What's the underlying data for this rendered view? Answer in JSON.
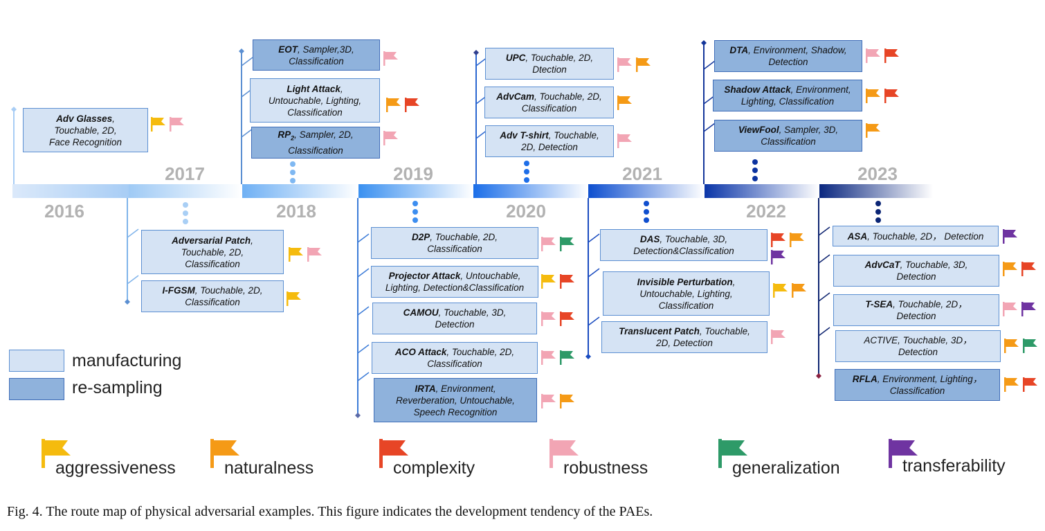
{
  "colors": {
    "aggressiveness": "#f5bb0e",
    "naturalness": "#f59a16",
    "complexity": "#e74526",
    "robustness": "#f2a5b4",
    "generalization": "#2e9a68",
    "transferability": "#6f34a1"
  },
  "years": [
    "2016",
    "2017",
    "2018",
    "2019",
    "2020",
    "2021",
    "2022",
    "2023"
  ],
  "legend": {
    "manufacturing": "manufacturing",
    "resampling": "re-sampling"
  },
  "flag_legend": [
    {
      "key": "aggressiveness",
      "label": "aggressiveness"
    },
    {
      "key": "naturalness",
      "label": "naturalness"
    },
    {
      "key": "complexity",
      "label": "complexity"
    },
    {
      "key": "robustness",
      "label": "robustness"
    },
    {
      "key": "generalization",
      "label": "generalization"
    },
    {
      "key": "transferability",
      "label": "transferability"
    }
  ],
  "caption": "Fig. 4.  The route map of physical adversarial examples. This figure indicates the development tendency of the PAEs.",
  "cards": [
    {
      "id": "adv-glasses",
      "kind": "m",
      "bold": "Adv Glasses",
      "lines": [
        "Adv Glasses, ",
        "Touchable, 2D,",
        "Face Recognition"
      ],
      "flags": [
        "aggressiveness",
        "robustness"
      ]
    },
    {
      "id": "adversarial-patch",
      "kind": "m",
      "lines": [
        "Adversarial Patch,",
        "Touchable, 2D,",
        "Classification"
      ],
      "flags": [
        "aggressiveness",
        "robustness"
      ]
    },
    {
      "id": "i-fgsm",
      "kind": "m",
      "lines": [
        "I-FGSM, Touchable, 2D,",
        "Classification"
      ],
      "flags": [
        "aggressiveness"
      ]
    },
    {
      "id": "eot",
      "kind": "r",
      "lines": [
        "EOT, Sampler,3D,",
        "Classification"
      ],
      "flags": [
        "robustness"
      ]
    },
    {
      "id": "light-attack",
      "kind": "m",
      "lines": [
        "Light Attack,",
        "Untouchable, Lighting,",
        "Classification"
      ],
      "flags": [
        "naturalness",
        "complexity"
      ]
    },
    {
      "id": "rp2",
      "kind": "r",
      "lines": [
        "RP2, Sampler, 2D,",
        "Classification"
      ],
      "flags": [
        "robustness"
      ]
    },
    {
      "id": "d2p",
      "kind": "m",
      "lines": [
        "D2P, Touchable, 2D,",
        "Classification"
      ],
      "flags": [
        "robustness",
        "generalization"
      ]
    },
    {
      "id": "projector-attack",
      "kind": "m",
      "lines": [
        "Projector Attack, Untouchable,",
        "Lighting, Detection&Classification"
      ],
      "flags": [
        "aggressiveness",
        "complexity"
      ]
    },
    {
      "id": "camou",
      "kind": "m",
      "lines": [
        "CAMOU, Touchable, 3D,",
        "Detection"
      ],
      "flags": [
        "robustness",
        "complexity"
      ]
    },
    {
      "id": "aco-attack",
      "kind": "m",
      "lines": [
        "ACO Attack, Touchable, 2D,",
        "Classification"
      ],
      "flags": [
        "robustness",
        "generalization"
      ]
    },
    {
      "id": "irta",
      "kind": "r",
      "lines": [
        "IRTA, Environment,",
        "Reverberation, Untouchable,",
        "Speech  Recognition"
      ],
      "flags": [
        "robustness",
        "naturalness"
      ]
    },
    {
      "id": "upc",
      "kind": "m",
      "lines": [
        "UPC, Touchable, 2D,",
        "Dtection"
      ],
      "flags": [
        "robustness",
        "naturalness"
      ]
    },
    {
      "id": "advcam",
      "kind": "m",
      "lines": [
        "AdvCam, Touchable, 2D,",
        "Classification"
      ],
      "flags": [
        "naturalness"
      ]
    },
    {
      "id": "adv-tshirt",
      "kind": "m",
      "lines": [
        "Adv T-shirt, Touchable,",
        "2D, Detection"
      ],
      "flags": [
        "robustness"
      ]
    },
    {
      "id": "das",
      "kind": "m",
      "lines": [
        "DAS, Touchable, 3D,",
        "Detection&Classification"
      ],
      "flags": [
        "complexity",
        "naturalness",
        "transferability"
      ]
    },
    {
      "id": "invisible-perturbation",
      "kind": "m",
      "lines": [
        "Invisible Perturbation,",
        "Untouchable, Lighting,",
        "Classification"
      ],
      "flags": [
        "aggressiveness",
        "naturalness"
      ]
    },
    {
      "id": "translucent-patch",
      "kind": "m",
      "lines": [
        "Translucent Patch, Touchable,",
        "2D, Detection"
      ],
      "flags": [
        "robustness"
      ]
    },
    {
      "id": "dta",
      "kind": "r",
      "lines": [
        "DTA, Environment, Shadow,",
        "Detection"
      ],
      "flags": [
        "robustness",
        "complexity"
      ]
    },
    {
      "id": "shadow-attack",
      "kind": "r",
      "lines": [
        "Shadow Attack, Environment,",
        "Lighting, Classification"
      ],
      "flags": [
        "naturalness",
        "complexity"
      ]
    },
    {
      "id": "viewfool",
      "kind": "r",
      "lines": [
        "ViewFool, Sampler, 3D,",
        "Classification"
      ],
      "flags": [
        "naturalness"
      ]
    },
    {
      "id": "asa",
      "kind": "m",
      "lines": [
        "ASA, Touchable, 2D， Detection"
      ],
      "flags": [
        "transferability"
      ]
    },
    {
      "id": "advcat",
      "kind": "m",
      "lines": [
        "AdvCaT, Touchable, 3D,",
        "Detection"
      ],
      "flags": [
        "naturalness",
        "complexity"
      ]
    },
    {
      "id": "t-sea",
      "kind": "m",
      "lines": [
        "T-SEA, Touchable, 2D，",
        "Detection"
      ],
      "flags": [
        "robustness",
        "transferability"
      ]
    },
    {
      "id": "active",
      "kind": "m",
      "lines": [
        "ACTIVE, Touchable, 3D，",
        "Detection"
      ],
      "flags": [
        "naturalness",
        "generalization"
      ]
    },
    {
      "id": "rfla",
      "kind": "r",
      "lines": [
        "RFLA, Environment, Lighting，",
        "Classification"
      ],
      "flags": [
        "naturalness",
        "complexity"
      ]
    }
  ],
  "bold_names": {
    "adv-glasses": "Adv Glasses",
    "adversarial-patch": "Adversarial Patch,",
    "i-fgsm": "I-FGSM",
    "eot": "EOT",
    "light-attack": "Light Attack",
    "rp2": "RP",
    "d2p": "D2P",
    "projector-attack": "Projector Attack",
    "camou": "CAMOU",
    "aco-attack": "ACO Attack",
    "irta": "IRTA",
    "upc": "UPC",
    "advcam": "AdvCam",
    "adv-tshirt": "Adv T-shirt",
    "das": "DAS",
    "invisible-perturbation": "Invisible Perturbation",
    "translucent-patch": "Translucent Patch",
    "dta": "DTA",
    "shadow-attack": "Shadow Attack",
    "viewfool": "ViewFool",
    "asa": "ASA",
    "advcat": "AdvCaT",
    "t-sea": "T-SEA",
    "active": "",
    "rfla": "RFLA"
  }
}
